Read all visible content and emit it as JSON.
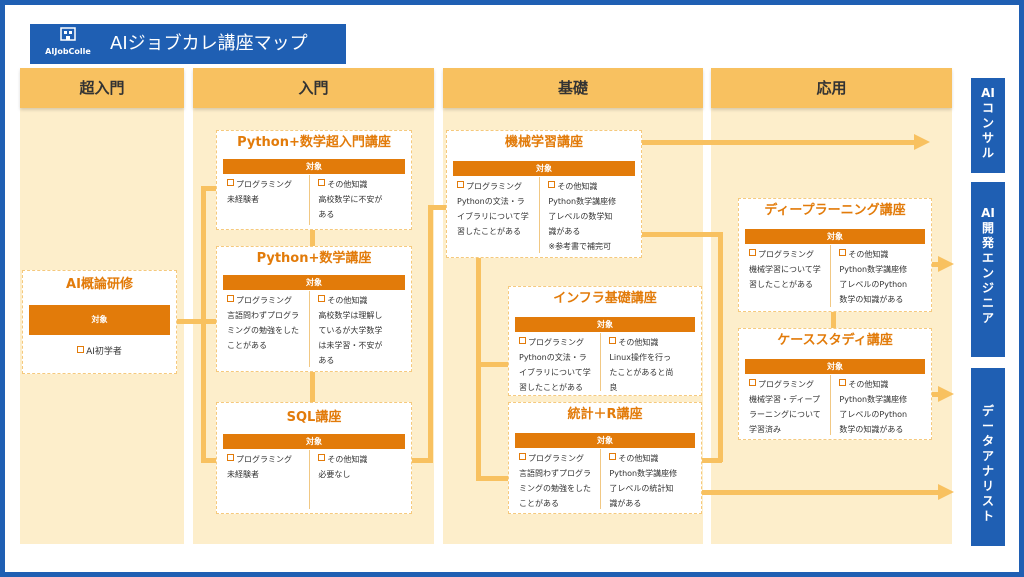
{
  "title": "AIジョブカレ講座マップ",
  "logo": {
    "icon": "building-logo-icon",
    "name": "AIJobColle"
  },
  "columns": [
    "超入門",
    "入門",
    "基礎",
    "応用"
  ],
  "destinations": {
    "consult": [
      "AI",
      "コ",
      "ン",
      "サ",
      "ル"
    ],
    "engineer": [
      "AI",
      "開",
      "発",
      "エ",
      "ン",
      "ジ",
      "ニ",
      "ア"
    ],
    "analyst": [
      "デ",
      "ー",
      "タ",
      "ア",
      "ナ",
      "リ",
      "ス",
      "ト"
    ]
  },
  "target_label": "対象",
  "courses": {
    "intro": {
      "title": "AI概論研修",
      "target": "AI初学者"
    },
    "py_super": {
      "title": "Python+数学超入門講座",
      "left": [
        "プログラミング",
        "未経験者"
      ],
      "right": [
        "その他知識",
        "高校数学に不安が",
        "ある"
      ]
    },
    "py_math": {
      "title": "Python+数学講座",
      "left": [
        "プログラミング",
        "言語問わずプログラ",
        "ミングの勉強をした",
        "ことがある"
      ],
      "right": [
        "その他知識",
        "高校数学は理解し",
        "ているが大学数学",
        "は未学習・不安が",
        "ある"
      ]
    },
    "sql": {
      "title": "SQL講座",
      "left": [
        "プログラミング",
        "未経験者"
      ],
      "right": [
        "その他知識",
        "必要なし"
      ]
    },
    "ml": {
      "title": "機械学習講座",
      "left": [
        "プログラミング",
        "Pythonの文法・ラ",
        "イブラリについて学",
        "習したことがある"
      ],
      "right": [
        "その他知識",
        "Python数学講座修",
        "了レベルの数学知",
        "識がある",
        "※参考書で補完可"
      ]
    },
    "infra": {
      "title": "インフラ基礎講座",
      "left": [
        "プログラミング",
        "Pythonの文法・ラ",
        "イブラリについて学",
        "習したことがある"
      ],
      "right": [
        "その他知識",
        "Linux操作を行っ",
        "たことがあると尚",
        "良"
      ]
    },
    "stats": {
      "title": "統計＋R講座",
      "left": [
        "プログラミング",
        "言語問わずプログラ",
        "ミングの勉強をした",
        "ことがある"
      ],
      "right": [
        "その他知識",
        "Python数学講座修",
        "了レベルの統計知",
        "識がある"
      ]
    },
    "dl": {
      "title": "ディープラーニング講座",
      "left": [
        "プログラミング",
        "機械学習について学",
        "習したことがある"
      ],
      "right": [
        "その他知識",
        "Python数学講座修",
        "了レベルのPython",
        "数学の知識がある"
      ]
    },
    "case": {
      "title": "ケーススタディ講座",
      "left": [
        "プログラミング",
        "機械学習・ディープ",
        "ラーニングについて",
        "学習済み"
      ],
      "right": [
        "その他知識",
        "Python数学講座修",
        "了レベルのPython",
        "数学の知識がある"
      ]
    }
  },
  "colors": {
    "frame": "#1f5fb3",
    "header": "#f8c160",
    "column_bg": "#fdeecb",
    "accent": "#e27b0a"
  }
}
